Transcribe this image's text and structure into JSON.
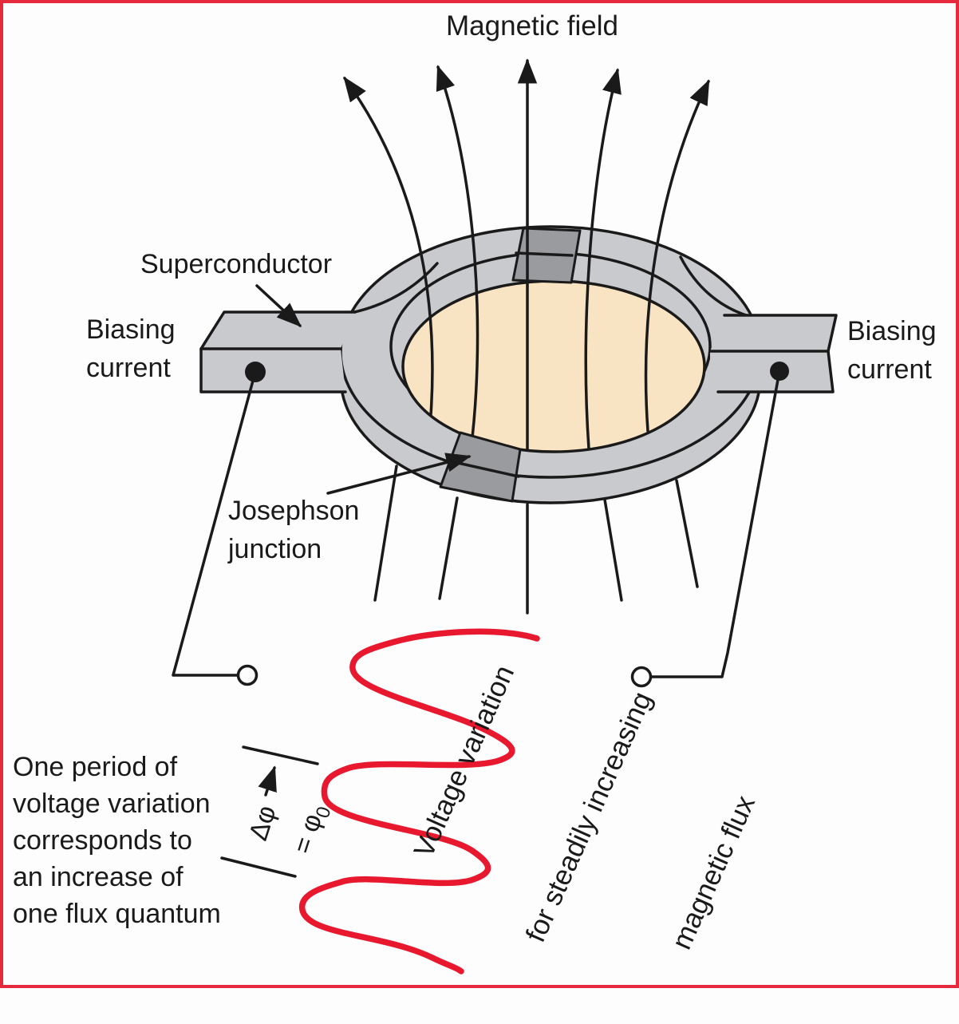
{
  "labels": {
    "magnetic_field": "Magnetic field",
    "superconductor": "Superconductor",
    "biasing_left": [
      "Biasing",
      "current"
    ],
    "biasing_right": [
      "Biasing",
      "current"
    ],
    "josephson": [
      "Josephson",
      "junction"
    ],
    "one_period": [
      "One period of",
      "voltage variation",
      "corresponds to",
      "an increase of",
      "one flux quantum"
    ],
    "delta_phi": "Δφ",
    "equals_phi0": "= φ",
    "phi0_sub": "0",
    "wave_caption": [
      "Voltage variation",
      "for steadily increasing",
      "magnetic flux"
    ]
  },
  "diagram": {
    "magnetic_field_arrow_count": 5,
    "josephson_junction_count": 2,
    "terminal_count": 2,
    "wave_periods_shown": 3
  },
  "colors": {
    "bg": "#fdfdfe",
    "ink": "#1a1a1a",
    "ring_gray": "#c9cacd",
    "junction_gray": "#9a9b9f",
    "hole_tan": "#f8e3c2",
    "wave_red": "#e8182e",
    "frame_red": "#e62a3e"
  }
}
